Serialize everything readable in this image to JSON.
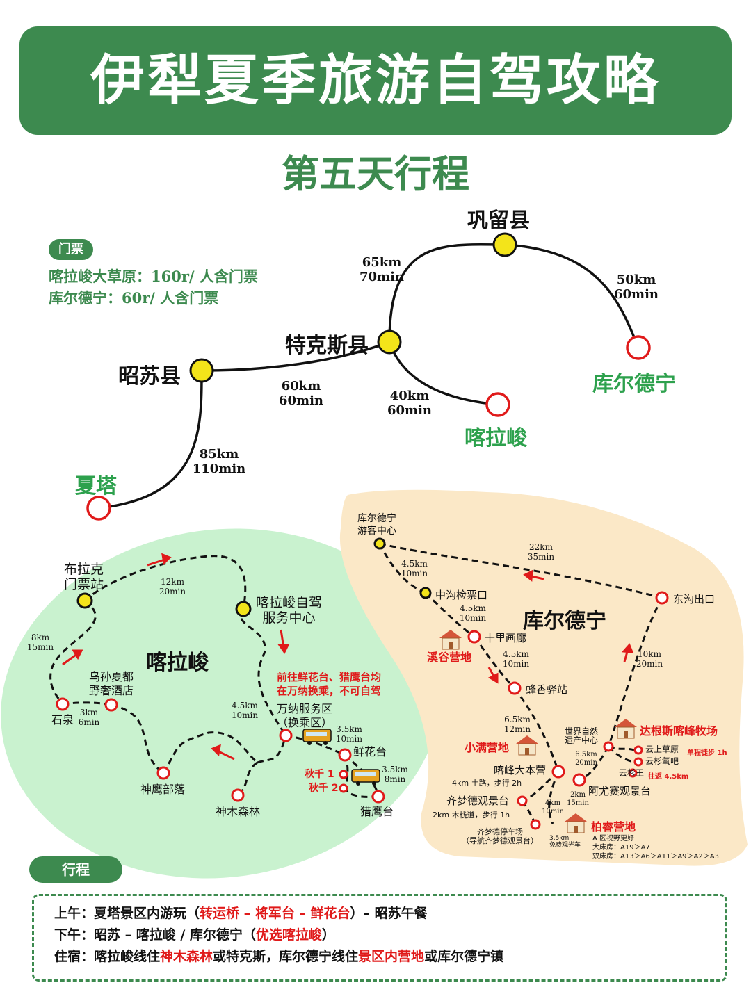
{
  "title": "伊犁夏季旅游自驾攻略",
  "subtitle": "第五天行程",
  "tickets": {
    "label": "门票",
    "items": [
      "喀拉峻大草原：160r/ 人含门票",
      "库尔德宁：60r/ 人含门票"
    ]
  },
  "main_route": {
    "towns": {
      "gongliu": "巩留县",
      "tekes": "特克斯县",
      "zhaosu": "昭苏县"
    },
    "destinations": {
      "kuerdening": "库尔德宁",
      "kalajun": "喀拉峻",
      "xiata": "夏塔"
    },
    "legs": {
      "tekes_gongliu": [
        "65km",
        "70min"
      ],
      "gongliu_kuerdening": [
        "50km",
        "60min"
      ],
      "zhaosu_tekes": [
        "60km",
        "60min"
      ],
      "tekes_kalajun": [
        "40km",
        "60min"
      ],
      "zhaosu_xiata": [
        "85km",
        "110min"
      ]
    }
  },
  "kalajun_map": {
    "title": "喀拉峻",
    "buluke": "布拉克\n门票站",
    "service_center": "喀拉峻自驾\n服务中心",
    "wusun": "乌孙夏都\n野奢酒店",
    "shiquan": "石泉",
    "shenying": "神鹰部落",
    "shenmu": "神木森林",
    "wanna": "万纳服务区\n（换乘区）",
    "xianhuatai": "鲜花台",
    "lieyingtai": "猎鹰台",
    "qiuqian1": "秋千 1",
    "qiuqian2": "秋千 2",
    "note": "前往鲜花台、猎鹰台均\n在万纳换乘，不可自驾",
    "legs": {
      "top": [
        "12km",
        "20min"
      ],
      "left": [
        "8km",
        "15min"
      ],
      "wusun": [
        "3km",
        "6min"
      ],
      "wanna": [
        "4.5km",
        "10min"
      ],
      "xianhua": [
        "3.5km",
        "10min"
      ],
      "lieying": [
        "3.5km",
        "8min"
      ]
    }
  },
  "kuerdening_map": {
    "title": "库尔德宁",
    "visitor_center": "库尔德宁\n游客中心",
    "zhonggou": "中沟检票口",
    "shili": "十里画廊",
    "fengxiang": "蜂香驿站",
    "kafeng": "喀峰大本营",
    "qimengde": "齐梦德观景台",
    "qimengde_parking": "齐梦德停车场\n（导航齐梦德观景台）",
    "dongou": "东沟出口",
    "world_heritage": "世界自然\n遗产中心",
    "ayousai": "阿尤赛观景台",
    "yunshang": "云上草原",
    "yunshan_oxygen": "云杉氧吧",
    "yunshan_king": "云杉王",
    "xigu_camp": "溪谷营地",
    "xiaoman_camp": "小满营地",
    "dagensi_camp": "达根斯喀峰牧场",
    "borui_camp": "柏睿营地",
    "single_hike": "单程徒步 1h",
    "round_trip": "往返 4.5km",
    "trail_earth": "4km 土路，步行 2h",
    "trail_wood": "2km 木栈道，步行 1h",
    "free_bus": "免费观光车",
    "borui_note": [
      "A 区视野更好",
      "大床房：A19＞A7",
      "双床房：A13＞A6＞A11＞A9＞A2＞A3"
    ],
    "legs": {
      "top": [
        "22km",
        "35min"
      ],
      "visitor_zhong": [
        "4.5km",
        "10min"
      ],
      "zhong_shili": [
        "4.5km",
        "10min"
      ],
      "shili_feng": [
        "4.5km",
        "10min"
      ],
      "feng_kafeng": [
        "6.5km",
        "12min"
      ],
      "dong": [
        "10km",
        "20min"
      ],
      "heritage": [
        "6.5km",
        "20min"
      ],
      "ayousai": [
        "2km",
        "15min"
      ],
      "parking": [
        "4km",
        "10min"
      ],
      "bus": "3.5km"
    }
  },
  "itinerary": {
    "label": "行程",
    "morning_prefix": "上午：夏塔景区内游玩（",
    "morning_hl": "转运桥 – 将军台 – 鲜花台",
    "morning_suffix": "）– 昭苏午餐",
    "afternoon_prefix": "下午：昭苏 – 喀拉峻 / 库尔德宁（",
    "afternoon_hl": "优选喀拉峻",
    "afternoon_suffix": "）",
    "stay_prefix": "住宿：喀拉峻线住",
    "stay_hl1": "神木森林",
    "stay_mid": "或特克斯，库尔德宁线住",
    "stay_hl2": "景区内营地",
    "stay_suffix": "或库尔德宁镇"
  },
  "colors": {
    "green": "#3d8a4f",
    "light_green": "#c9f2cf",
    "sand": "#fbe8c7",
    "yellow": "#f3e41a",
    "red": "#e01a1a"
  }
}
